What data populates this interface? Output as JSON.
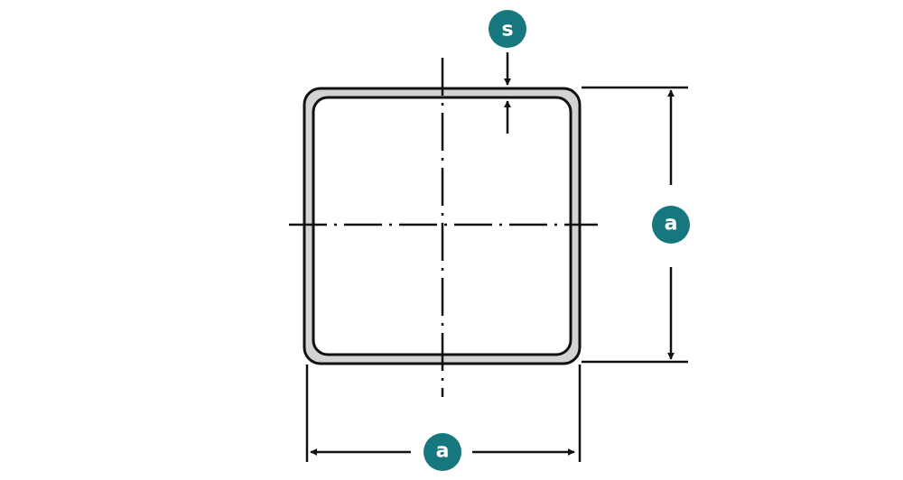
{
  "diagram": {
    "type": "square-hollow-section-cross-section",
    "colors": {
      "stroke": "#111111",
      "wall_fill": "#d3d3d3",
      "badge": "#17777f",
      "badge_text": "#ffffff",
      "background": "#ffffff"
    },
    "labels": {
      "wall_thickness": "s",
      "height": "a",
      "width": "a"
    }
  }
}
